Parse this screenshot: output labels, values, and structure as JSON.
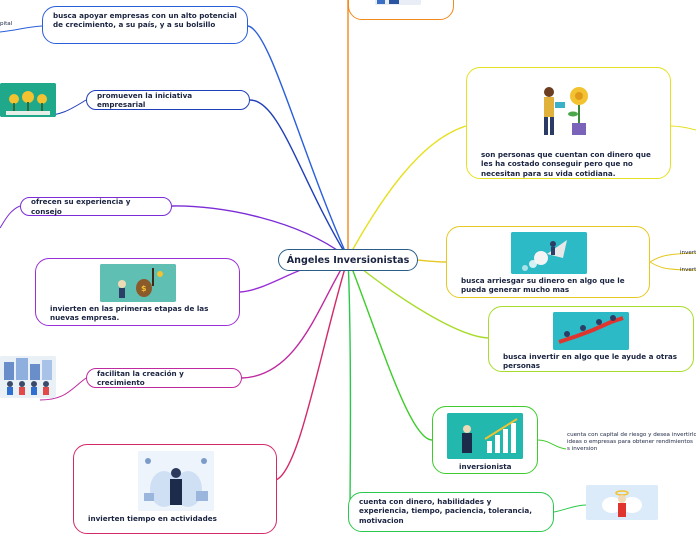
{
  "central": {
    "label": "Ángeles Inversionistas"
  },
  "left_nodes": {
    "n1": "busca apoyar empresas con un alto potencial de crecimiento, a su país, y a su bolsillo",
    "n2": "promueven la iniciativa empresarial",
    "n3": "ofrecen su experiencia y consejo",
    "n4": "invierten en las primeras etapas de las nuevas empresa.",
    "n5": "facilitan la creación y crecimiento",
    "n6": "invierten tiempo en actividades"
  },
  "left_edge_text": {
    "capital": "pital"
  },
  "right_nodes": {
    "r1": "son personas que cuentan con dinero que les ha costado conseguir pero que no necesitan para su vida cotidiana.",
    "r2": "busca arriesgar su dinero en algo que le pueda generar mucho mas",
    "r3": "busca invertir en algo que le ayude a otras personas",
    "r4": "inversionista",
    "r5": "cuenta con dinero, habilidades y experiencia, tiempo, paciencia, tolerancia, motivacion"
  },
  "right_sub": {
    "invert1": "invert",
    "invert2": "invert",
    "r4_detail": "cuenta con capital de riesgo y desea invertirlo ideas o empresas para obtener rendimientos s inversion"
  },
  "colors": {
    "blue": "#2a5fdc",
    "purple": "#9b2fd6",
    "magenta": "#b52ad0",
    "red": "#e0342f",
    "orange": "#f08a1c",
    "yellow": "#e6e021",
    "green": "#3dcc2a",
    "central_border": "#2a5d8a"
  }
}
